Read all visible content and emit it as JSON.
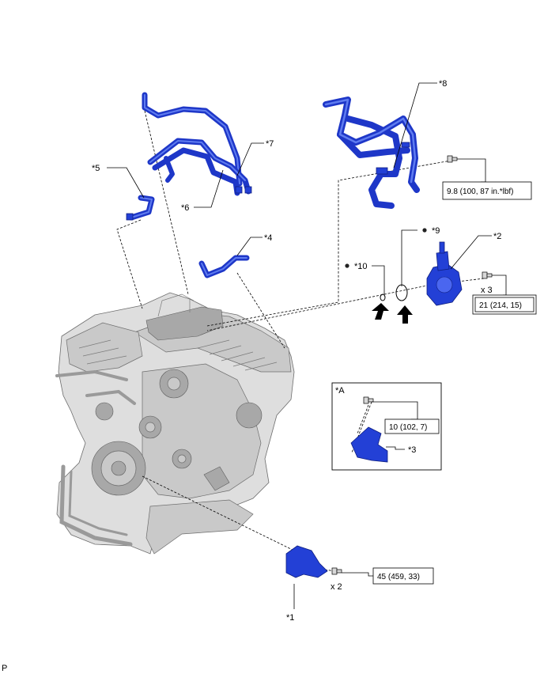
{
  "diagram": {
    "labels": {
      "p1": "*1",
      "p2": "*2",
      "p3": "*3",
      "p4": "*4",
      "p5": "*5",
      "p6": "*6",
      "p7": "*7",
      "p8": "*8",
      "p9": "*9",
      "p10": "*10",
      "inset": "*A"
    },
    "torque": {
      "t1": "9.8 (100, 87 in.*lbf)",
      "t2": "21 (214, 15)",
      "t3": "10 (102, 7)",
      "t4": "45 (459, 33)"
    },
    "quantity": {
      "q1": "x 3",
      "q2": "x 2"
    },
    "footer": "P",
    "colors": {
      "part": "#1e37c8",
      "engine": "#dedede"
    }
  }
}
